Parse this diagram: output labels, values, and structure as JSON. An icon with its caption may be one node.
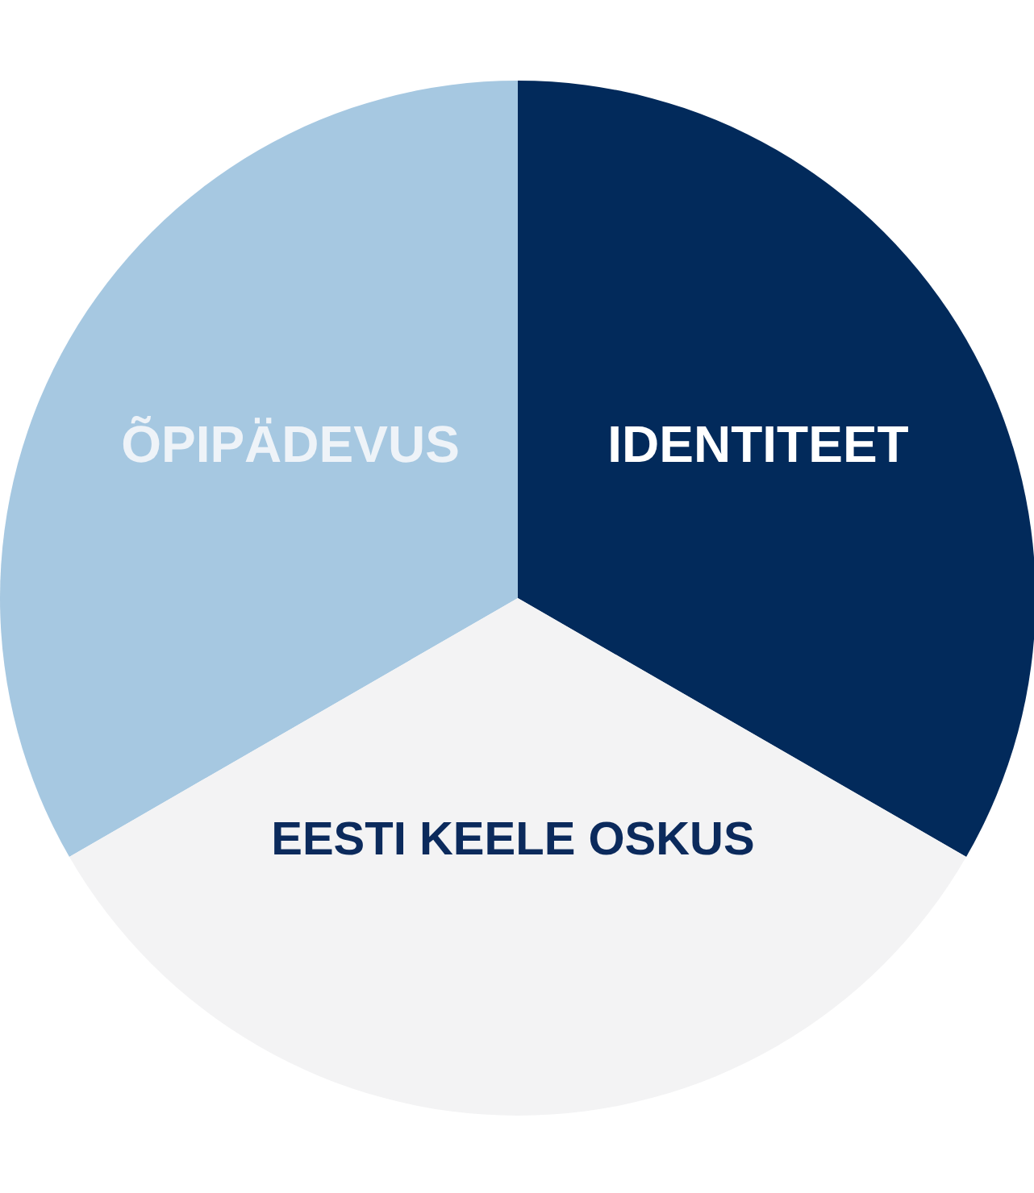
{
  "diagram": {
    "nodes": [
      {
        "text": [
          "ÕPIPÄDEVUS"
        ]
      },
      {
        "text": [
          "IDENTITEET"
        ]
      },
      {
        "text": [
          "EESTI KEELE OSKUS"
        ]
      }
    ]
  }
}
